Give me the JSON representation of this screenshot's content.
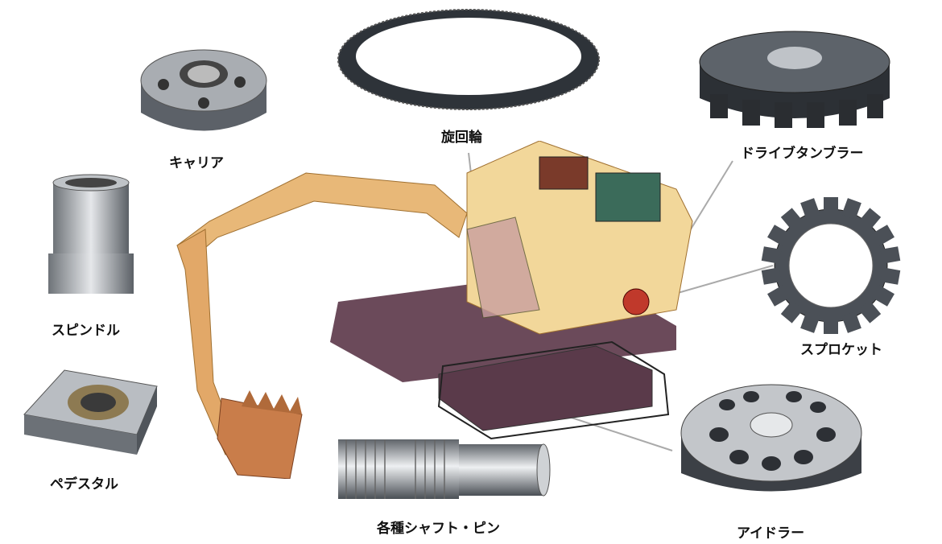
{
  "labels": {
    "carrier": "キャリア",
    "slewing_ring": "旋回輪",
    "drive_tumbler": "ドライブタンブラー",
    "spindle": "スピンドル",
    "sprocket": "スプロケット",
    "pedestal": "ペデスタル",
    "shafts_pins": "各種シャフト・ピン",
    "idler": "アイドラー"
  },
  "colors": {
    "boom": "#e8b878",
    "cab": "#f2d79a",
    "track": "#6b4a5a",
    "metal_dark": "#3a3f45",
    "metal_light": "#c9ccd0",
    "leader": "#aaaaaa"
  }
}
